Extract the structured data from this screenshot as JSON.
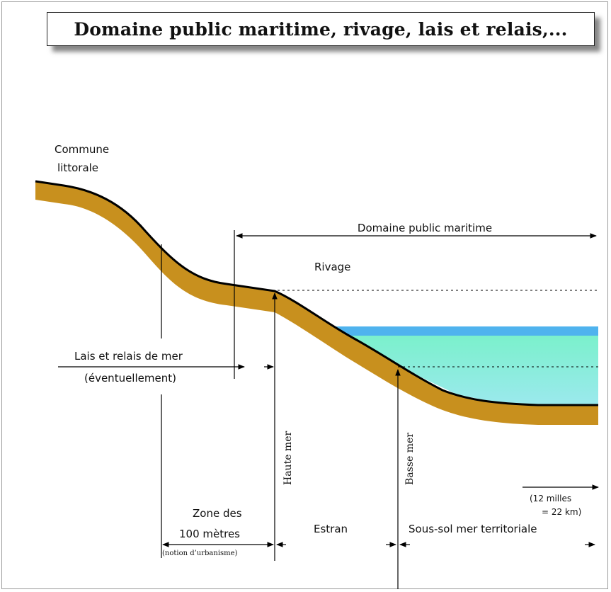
{
  "title": "Domaine public maritime, rivage, lais et relais,...",
  "labels": {
    "commune_line1": "Commune",
    "commune_line2": "littorale",
    "domaine_public": "Domaine public maritime",
    "rivage": "Rivage",
    "lais_line1": "Lais et relais de mer",
    "lais_line2": "(éventuellement)",
    "haute_mer": "Haute mer",
    "basse_mer": "Basse mer",
    "milles_line1": "(12 milles",
    "milles_line2": "= 22 km)",
    "zone_line1": "Zone des",
    "zone_line2": "100 mètres",
    "zone_line3": "(notion d’urbanisme)",
    "estran": "Estran",
    "sous_sol": "Sous-sol mer territoriale"
  },
  "colors": {
    "ground": "#c8901e",
    "water": "#7cf1cf",
    "water_surface": "#4fb3ee",
    "outline": "#000000"
  }
}
